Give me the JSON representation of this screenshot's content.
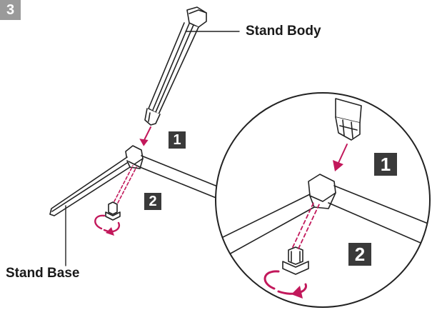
{
  "step_number": "3",
  "labels": {
    "stand_body": "Stand Body",
    "stand_base": "Stand Base"
  },
  "steps": {
    "main_1": "1",
    "main_2": "2",
    "detail_1": "1",
    "detail_2": "2"
  },
  "colors": {
    "step_badge": "#9a9a9a",
    "step_box": "#3a3a3a",
    "arrow": "#c2185b",
    "line": "#222222",
    "label_text": "#1a1a1a"
  },
  "icons": {
    "rotation": "clockwise-rotation-arrow",
    "insert": "down-arrow"
  }
}
